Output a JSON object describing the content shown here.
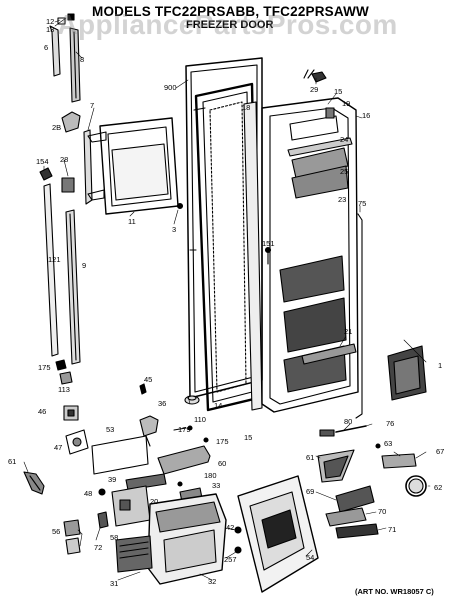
{
  "title": "MODELS TFC22PRSABB, TFC22PRSAWW",
  "subtitle": "FREEZER DOOR",
  "watermark": "AppliancePartsPros.com",
  "art_number": "(ART NO. WR18057 C)",
  "callouts": [
    "12",
    "13",
    "6",
    "8",
    "900",
    "29",
    "15",
    "19",
    "18",
    "16",
    "7",
    "2B",
    "24",
    "25",
    "154",
    "28",
    "23",
    "11",
    "3",
    "75",
    "151",
    "121",
    "9",
    "21",
    "1",
    "175",
    "113",
    "45",
    "14",
    "46",
    "36",
    "110",
    "80",
    "76",
    "179",
    "175",
    "15",
    "53",
    "47",
    "60",
    "63",
    "61",
    "180",
    "67",
    "39",
    "33",
    "61",
    "62",
    "48",
    "69",
    "70",
    "20",
    "71",
    "42",
    "56",
    "58",
    "72",
    "257",
    "54",
    "31",
    "32"
  ],
  "colors": {
    "line": "#000000",
    "watermark": "#787878",
    "background": "#ffffff"
  }
}
